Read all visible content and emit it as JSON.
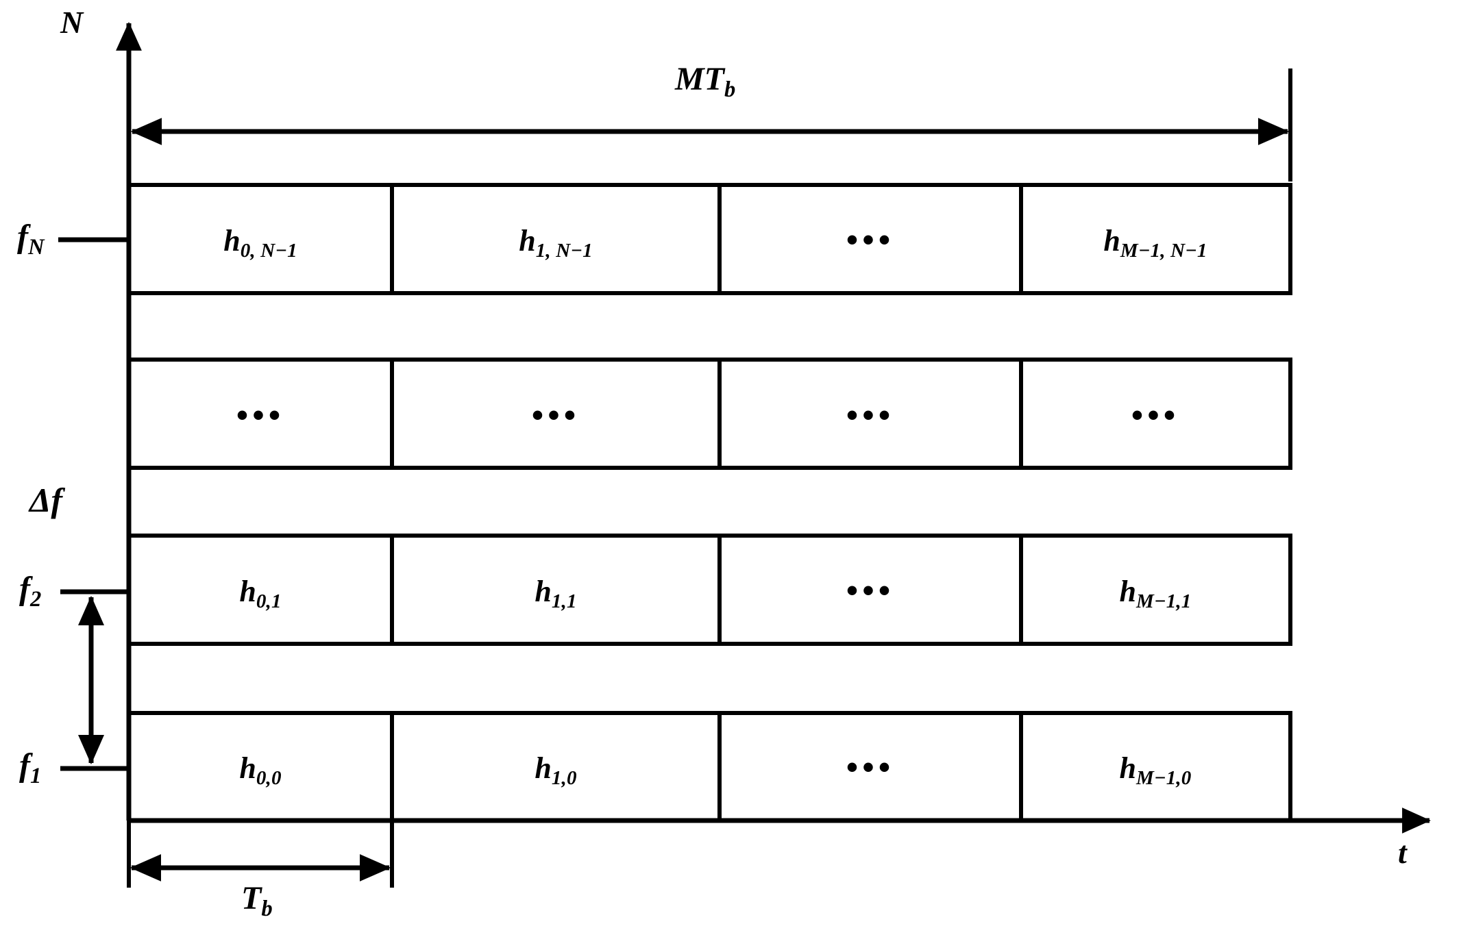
{
  "figure": {
    "type": "time-frequency-resource-grid-diagram",
    "axes": {
      "y_label": "N",
      "x_label": "t",
      "y_axis_name": "y-axis-frequency-index",
      "x_axis_name": "x-axis-time"
    },
    "spans": {
      "total_duration_label_main": "MT",
      "total_duration_label_sub": "b",
      "symbol_duration_label_main": "T",
      "symbol_duration_label_sub": "b",
      "freq_spacing_label": "Δf"
    },
    "frequency_ticks": [
      {
        "main": "f",
        "sub": "N"
      },
      {
        "main": "f",
        "sub": "2"
      },
      {
        "main": "f",
        "sub": "1"
      }
    ],
    "grid": {
      "columns": 4,
      "rows": 4,
      "row_labels": [
        {
          "row": "N-1",
          "cells": [
            {
              "main": "h",
              "sub": "0, N−1",
              "is_ellipsis": false
            },
            {
              "main": "h",
              "sub": "1, N−1",
              "is_ellipsis": false
            },
            {
              "main": "",
              "sub": "",
              "is_ellipsis": true,
              "ellipsis": "•••"
            },
            {
              "main": "h",
              "sub": "M−1, N−1",
              "is_ellipsis": false
            }
          ]
        },
        {
          "row": "dots",
          "cells": [
            {
              "main": "",
              "sub": "",
              "is_ellipsis": true,
              "ellipsis": "•••"
            },
            {
              "main": "",
              "sub": "",
              "is_ellipsis": true,
              "ellipsis": "•••"
            },
            {
              "main": "",
              "sub": "",
              "is_ellipsis": true,
              "ellipsis": "•••"
            },
            {
              "main": "",
              "sub": "",
              "is_ellipsis": true,
              "ellipsis": "•••"
            }
          ]
        },
        {
          "row": "1",
          "cells": [
            {
              "main": "h",
              "sub": "0,1",
              "is_ellipsis": false
            },
            {
              "main": "h",
              "sub": "1,1",
              "is_ellipsis": false
            },
            {
              "main": "",
              "sub": "",
              "is_ellipsis": true,
              "ellipsis": "•••"
            },
            {
              "main": "h",
              "sub": "M−1,1",
              "is_ellipsis": false
            }
          ]
        },
        {
          "row": "0",
          "cells": [
            {
              "main": "h",
              "sub": "0,0",
              "is_ellipsis": false
            },
            {
              "main": "h",
              "sub": "1,0",
              "is_ellipsis": false
            },
            {
              "main": "",
              "sub": "",
              "is_ellipsis": true,
              "ellipsis": "•••"
            },
            {
              "main": "h",
              "sub": "M−1,0",
              "is_ellipsis": false
            }
          ]
        }
      ]
    },
    "colors": {
      "stroke": "#000000",
      "background": "#ffffff"
    }
  },
  "chart_data": {
    "type": "table",
    "title": "",
    "xlabel": "t",
    "ylabel": "N",
    "grid": true,
    "legend": "none",
    "categories": [
      "0",
      "1",
      "•••",
      "M−1"
    ],
    "row_categories": [
      "N−1",
      "•••",
      "1",
      "0"
    ],
    "cells": [
      [
        "h0,N−1",
        "h1,N−1",
        "•••",
        "hM−1,N−1"
      ],
      [
        "•••",
        "•••",
        "•••",
        "•••"
      ],
      [
        "h0,1",
        "h1,1",
        "•••",
        "hM−1,1"
      ],
      [
        "h0,0",
        "h1,0",
        "•••",
        "hM−1,0"
      ]
    ],
    "annotations": [
      "MTb",
      "Tb",
      "Δf",
      "fN",
      "f2",
      "f1",
      "N",
      "t"
    ]
  }
}
